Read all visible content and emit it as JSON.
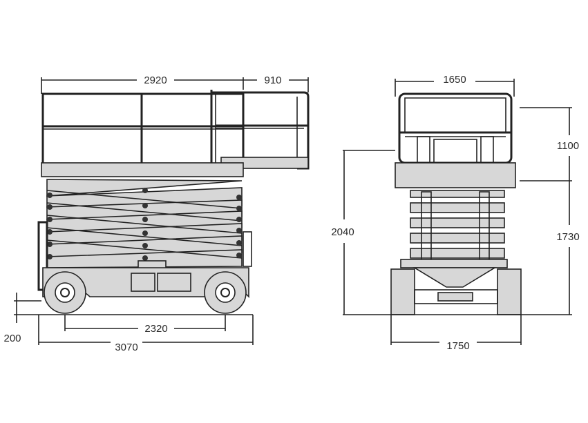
{
  "dimensions": {
    "side_platform_length": "2920",
    "side_extension": "910",
    "side_wheelbase": "2320",
    "side_overall_length": "3070",
    "side_ground_clearance": "200",
    "front_platform_width": "1650",
    "front_guardrail_height": "1100",
    "front_stowed_height": "2040",
    "front_base_to_platform": "1730",
    "front_overall_width": "1750"
  }
}
